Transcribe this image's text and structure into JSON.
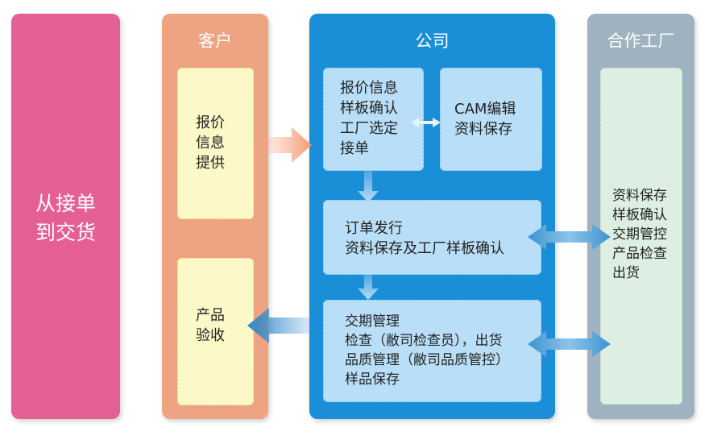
{
  "lanes": {
    "start": {
      "line1": "从接单",
      "line2": "到交货"
    },
    "customer": {
      "title": "客户"
    },
    "company": {
      "title": "公司"
    },
    "factory": {
      "title": "合作工厂"
    }
  },
  "customer_steps": {
    "quote": [
      "报价",
      "信息",
      "提供"
    ],
    "receive": [
      "产品",
      "验收"
    ]
  },
  "company_steps": {
    "box1": [
      "报价信息",
      "样板确认",
      "工厂选定",
      "接单"
    ],
    "box2": [
      "CAM编辑",
      "资料保存"
    ],
    "box3": [
      "订单发行",
      "资料保存及工厂样板确认"
    ],
    "box4": [
      "交期管理",
      "检查（敝司检查员），出货",
      "品质管理（敝司品质管控）",
      "样品保存"
    ]
  },
  "factory_steps": [
    "资料保存",
    "样板确认",
    "交期管控",
    "产品检查",
    "出货"
  ],
  "colors": {
    "start": "#e55f97",
    "customer": "#eea383",
    "company": "#1a8fd8",
    "factory": "#9eb2c0",
    "arrow_orange": "#f4b08f",
    "arrow_blue": "#3e93d0"
  }
}
